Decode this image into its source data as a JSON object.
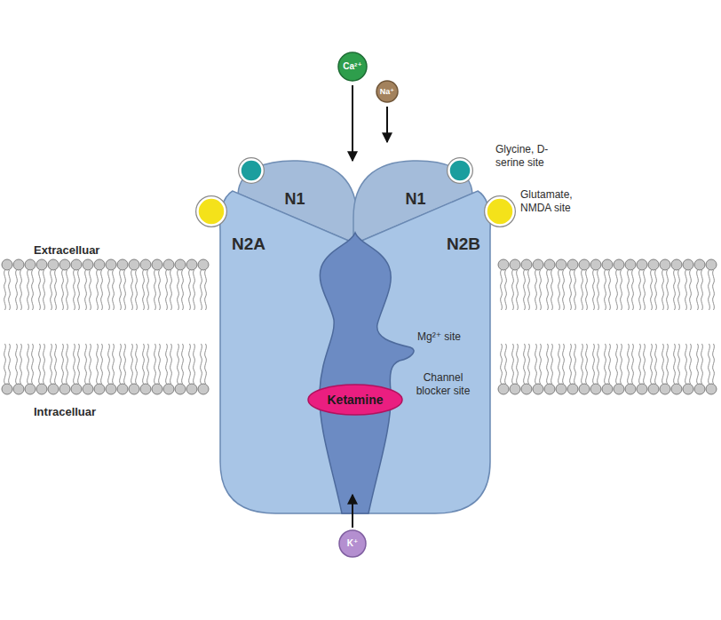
{
  "diagram": {
    "nodes": [
      {
        "text": [
          "Ca²⁺"
        ]
      },
      {
        "text": [
          "Na⁺"
        ]
      },
      {
        "text": [
          "N1"
        ]
      },
      {
        "text": [
          "N1"
        ]
      },
      {
        "text": [
          "N2A"
        ]
      },
      {
        "text": [
          "N2B"
        ]
      },
      {
        "text": [
          "Ketamine"
        ]
      },
      {
        "text": [
          "K⁺"
        ]
      }
    ],
    "labels": [
      "Glycine, D-serine site",
      "Glutamate, NMDA site",
      "Extracelluar",
      "Intracelluar",
      "Mg²⁺ site",
      "Channel blocker site"
    ]
  }
}
